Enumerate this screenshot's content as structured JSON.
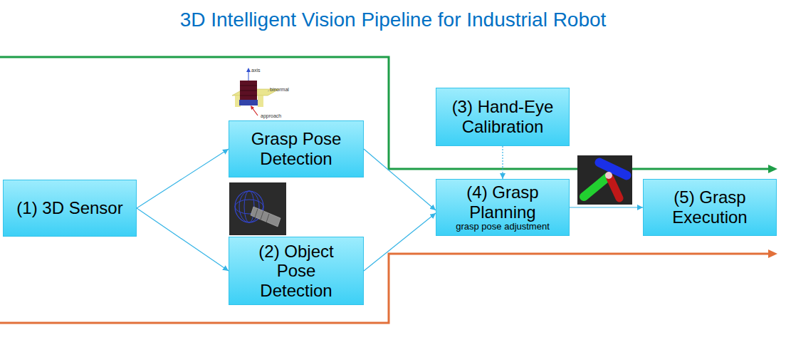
{
  "diagram": {
    "title": "3D Intelligent Vision Pipeline for Industrial Robot",
    "nodes": [
      {
        "text": [
          "(1) 3D Sensor"
        ]
      },
      {
        "text": [
          "Grasp Pose Detection"
        ]
      },
      {
        "text": [
          "(2) Object Pose Detection"
        ]
      },
      {
        "text": [
          "(3) Hand-Eye Calibration"
        ]
      },
      {
        "text": [
          "(4) Grasp Planning",
          "grasp pose adjustment"
        ]
      },
      {
        "text": [
          "(5) Grasp Execution"
        ]
      }
    ],
    "edges": [
      {
        "from": 0,
        "to": 1,
        "arrow": "to"
      },
      {
        "from": 0,
        "to": 2,
        "arrow": "to"
      },
      {
        "from": 1,
        "to": 4,
        "arrow": "to"
      },
      {
        "from": 2,
        "to": 4,
        "arrow": "to"
      },
      {
        "from": 3,
        "to": 4,
        "arrow": "to"
      },
      {
        "from": 4,
        "to": 5,
        "arrow": "to"
      }
    ],
    "labels": [
      "axis",
      "binormal",
      "approach"
    ]
  }
}
